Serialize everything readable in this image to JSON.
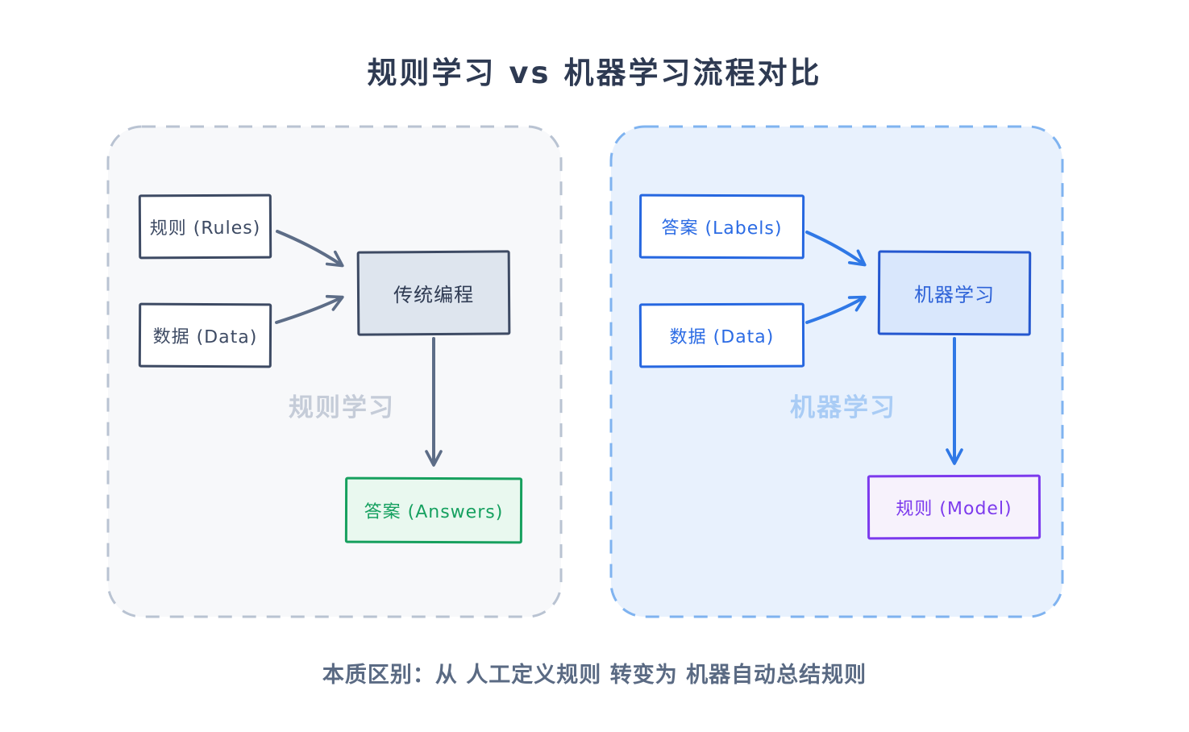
{
  "title": "规则学习 vs 机器学习流程对比",
  "caption": "本质区别：从 人工定义规则 转变为 机器自动总结规则",
  "left_panel": {
    "watermark": "规则学习",
    "input_boxes": [
      {
        "label": "规则 (Rules)"
      },
      {
        "label": "数据 (Data)"
      }
    ],
    "process_box": "传统编程",
    "output_box": "答案 (Answers)"
  },
  "right_panel": {
    "watermark": "机器学习",
    "input_boxes": [
      {
        "label": "答案 (Labels)"
      },
      {
        "label": "数据 (Data)"
      }
    ],
    "process_box": "机器学习",
    "output_box": "规则 (Model)"
  },
  "colors": {
    "title_text": "#2e3a52",
    "caption_text": "#5a6a83",
    "left_panel_bg": "#f7f8fa",
    "left_panel_border": "#b9c3d2",
    "left_node_border": "#3d4a63",
    "left_process_fill": "#dee5ee",
    "gray_arrow": "#5d6d87",
    "left_watermark": "#c5ccd8",
    "green_border": "#17a05e",
    "green_fill": "#e9f8ef",
    "right_panel_bg": "#e8f1fd",
    "right_panel_border": "#7fb3f0",
    "blue_node_border": "#2667e0",
    "blue_process_fill": "#d9e7fc",
    "blue_arrow": "#2f78e6",
    "right_watermark": "#a9ccf5",
    "purple_border": "#7c3aed",
    "purple_fill": "#f7f2fc"
  }
}
